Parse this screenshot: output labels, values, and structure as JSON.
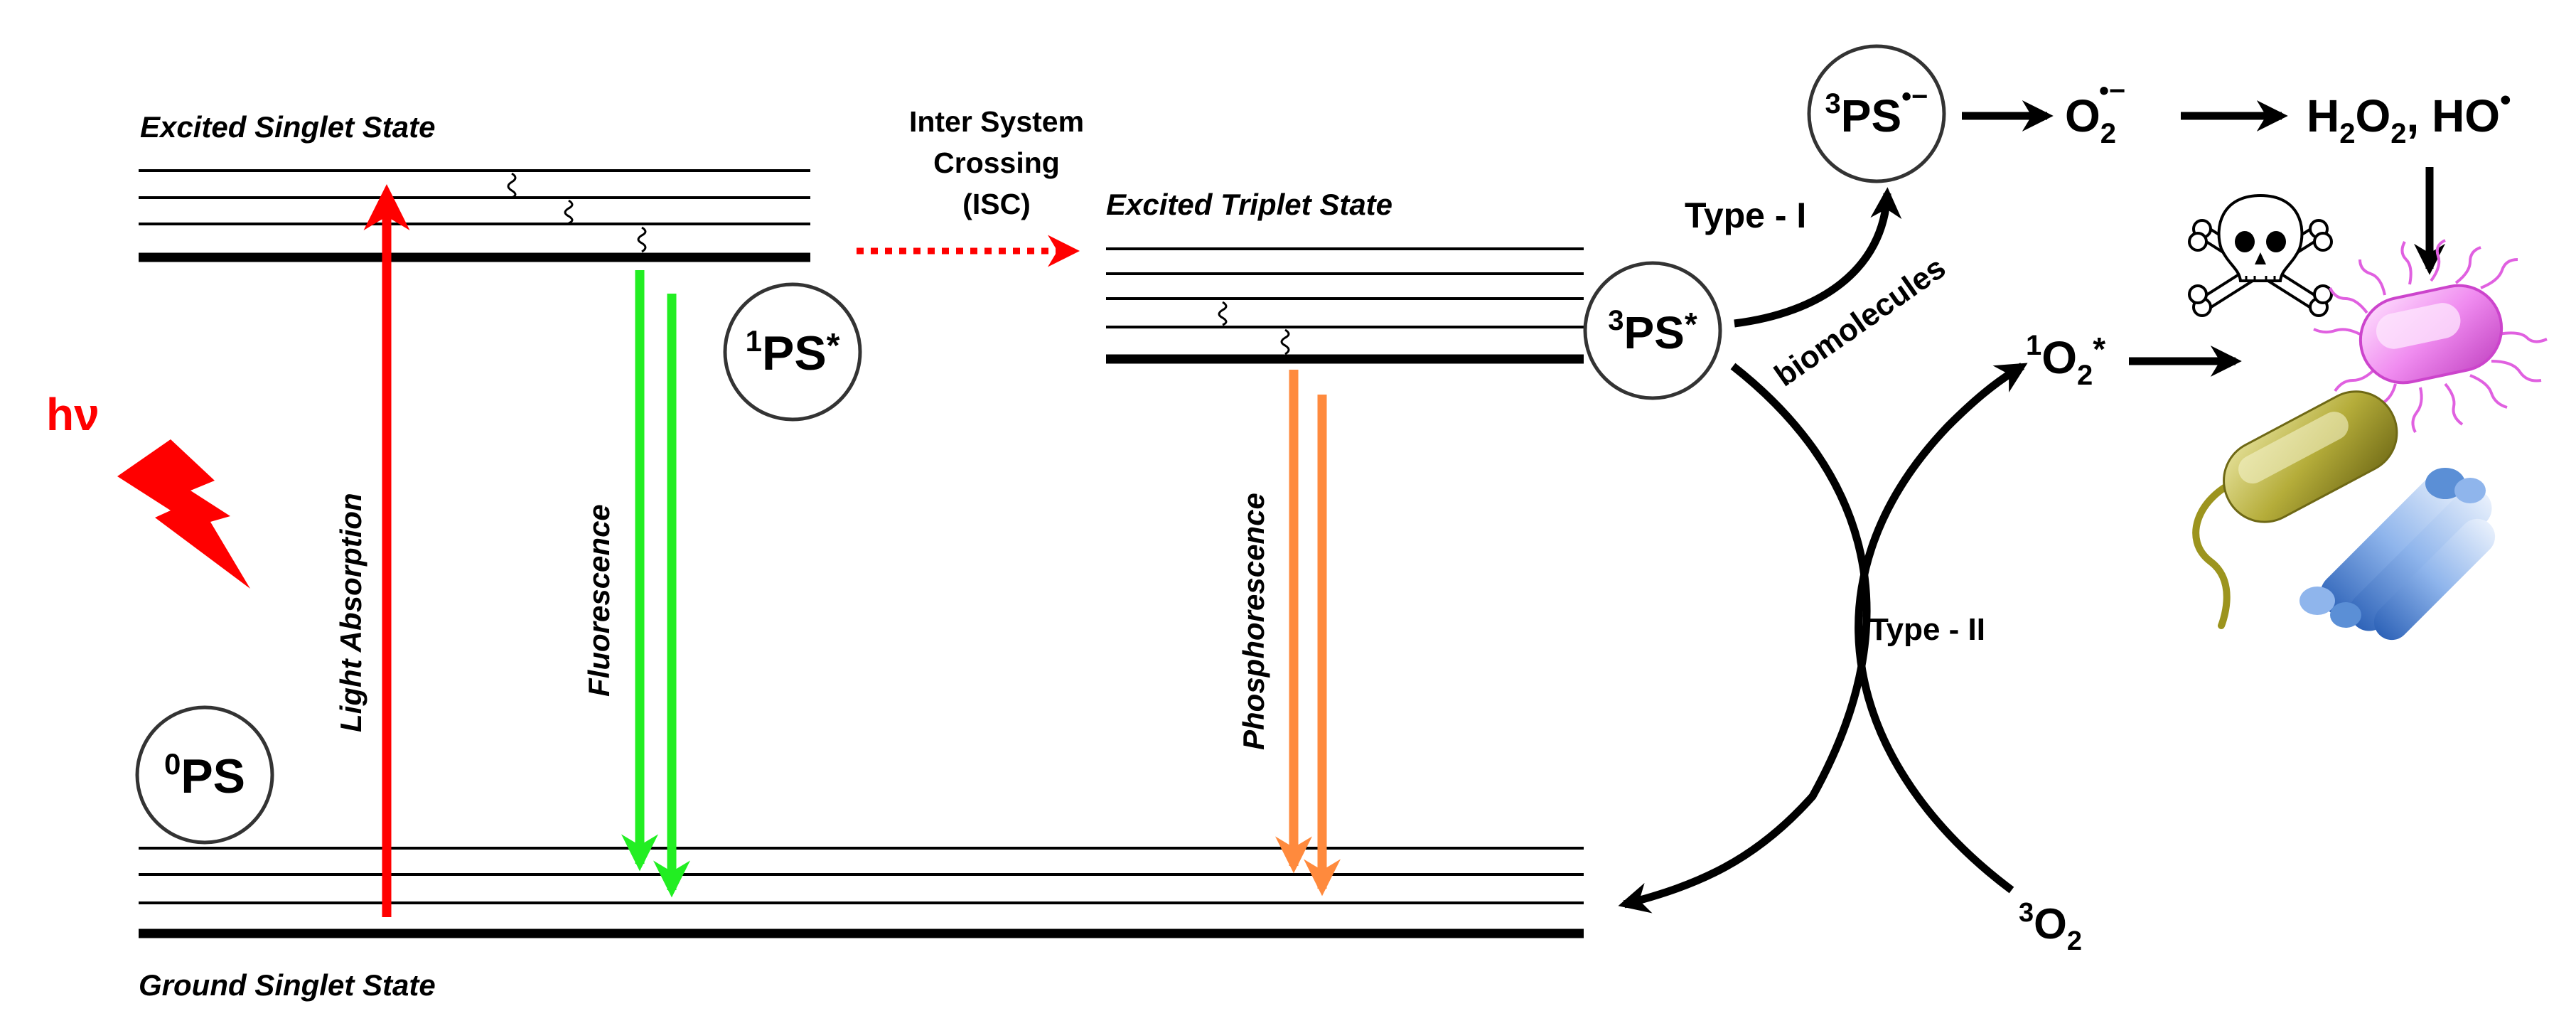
{
  "labels": {
    "excited_singlet": "Excited Singlet State",
    "excited_triplet": "Excited Triplet State",
    "ground_singlet": "Ground Singlet State",
    "isc_line1": "Inter System",
    "isc_line2": "Crossing",
    "isc_line3": "(ISC)",
    "h": "h",
    "nu": "ν",
    "light_absorption": "Light Absorption",
    "fluorescence": "Fluorescence",
    "phosphorescence": "Phosphorescence",
    "type_one": "Type - I",
    "type_two": "Type - II",
    "biomolecules": "biomolecules"
  },
  "species": {
    "ps0": {
      "sup": "0",
      "main": "PS"
    },
    "ps1": {
      "sup": "1",
      "main": "PS",
      "suffix": "*"
    },
    "ps3": {
      "sup": "3",
      "main": "PS",
      "suffix": "*"
    },
    "ps3_radical": {
      "sup": "3",
      "main": "PS",
      "radical": "•−"
    },
    "superoxide": {
      "main": "O",
      "sub": "2",
      "radical": "•−"
    },
    "ros": {
      "h2o2_a": "H",
      "h2o2_sub1": "2",
      "h2o2_b": "O",
      "h2o2_sub2": "2",
      "sep": ", ",
      "ho": "HO",
      "ho_radical": "•"
    },
    "singlet_oxygen": {
      "sup": "1",
      "main": "O",
      "sub": "2",
      "suffix": "*"
    },
    "triplet_oxygen": {
      "sup": "3",
      "main": "O",
      "sub": "2"
    }
  },
  "icons": [
    "skull-crossbones-icon",
    "pink-bacterium-icon",
    "olive-bacterium-icon",
    "blue-bacterium-icon"
  ],
  "colors": {
    "absorption": "#ff0000",
    "isc": "#ff0000",
    "fluorescence": "#22ee22",
    "phosphorescence": "#ff8a3d",
    "lightning": "#ff0000",
    "bacterium_pink": "#ee66ee",
    "bacterium_olive": "#a8a030",
    "bacterium_blue": "#5b8fd6"
  }
}
